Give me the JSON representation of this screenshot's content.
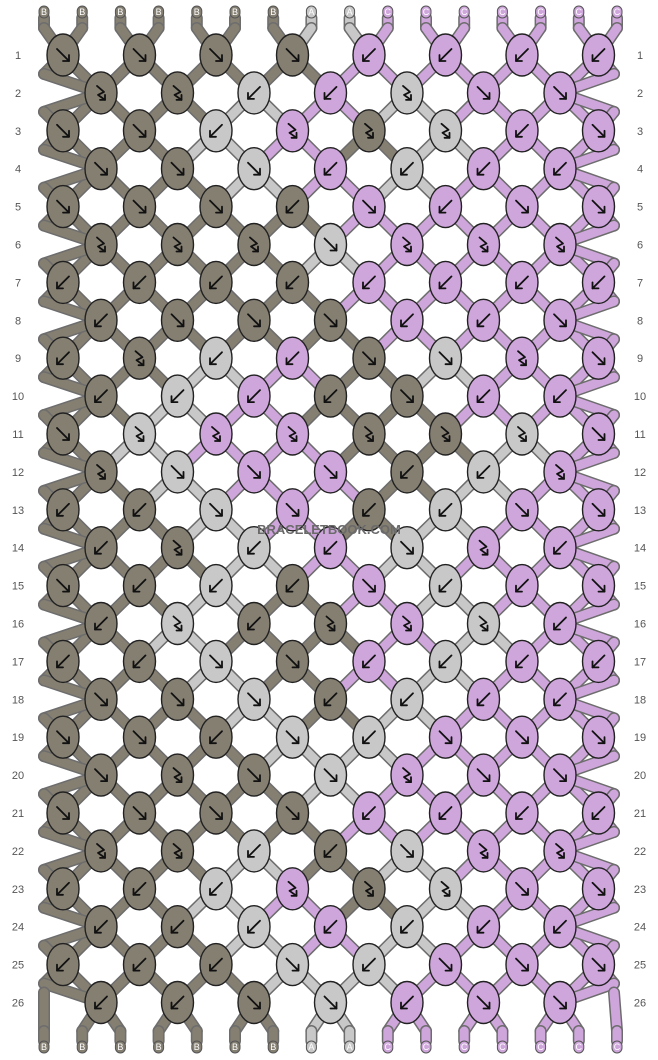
{
  "watermark": "BRACELETBOOK.COM",
  "colors": {
    "A": "#c8c8c8",
    "B": "#857f72",
    "C": "#cfa6dc"
  },
  "top_strings": [
    "B",
    "B",
    "B",
    "B",
    "B",
    "B",
    "B",
    "A",
    "A",
    "C",
    "C",
    "C",
    "C",
    "C",
    "C",
    "C"
  ],
  "bottom_strings": [
    "B",
    "B",
    "B",
    "B",
    "B",
    "B",
    "B",
    "A",
    "A",
    "C",
    "C",
    "C",
    "C",
    "C",
    "C",
    "C"
  ],
  "row_numbers": [
    "1",
    "2",
    "3",
    "4",
    "5",
    "6",
    "7",
    "8",
    "9",
    "10",
    "11",
    "12",
    "13",
    "14",
    "15",
    "16",
    "17",
    "18",
    "19",
    "20",
    "21",
    "22",
    "23",
    "24",
    "25",
    "26"
  ],
  "knots": [
    [
      "Bs",
      "Bs",
      "Bs",
      "Bs",
      "Cz",
      "Cz",
      "Cz",
      "Cz"
    ],
    [
      "Bf",
      "Bf",
      "Az",
      "Cz",
      "Af",
      "Cs",
      "Cs"
    ],
    [
      "Bs",
      "Bs",
      "Az",
      "Cf",
      "Bf",
      "Af",
      "Cz",
      "Cs"
    ],
    [
      "Bs",
      "Bs",
      "As",
      "Cz",
      "Az",
      "Cz",
      "Cz"
    ],
    [
      "Bs",
      "Bs",
      "Bs",
      "Bz",
      "Cs",
      "Cz",
      "Cs",
      "Cs"
    ],
    [
      "Bf",
      "Bf",
      "Bf",
      "As",
      "Cf",
      "Cf",
      "Cf"
    ],
    [
      "Bz",
      "Bz",
      "Bz",
      "Bz",
      "Cz",
      "Cz",
      "Cz",
      "Cz"
    ],
    [
      "Bz",
      "Bs",
      "Bs",
      "Bs",
      "Cz",
      "Cz",
      "Cs"
    ],
    [
      "Bz",
      "Bf",
      "Az",
      "Cz",
      "Bs",
      "As",
      "Cf",
      "Cs"
    ],
    [
      "Bz",
      "Az",
      "Cz",
      "Bz",
      "Bs",
      "Cz",
      "Cz"
    ],
    [
      "Bs",
      "Af",
      "Cf",
      "Cf",
      "Bf",
      "Bf",
      "Af",
      "Cs"
    ],
    [
      "Bf",
      "As",
      "Cs",
      "Cs",
      "Bz",
      "Az",
      "Cf"
    ],
    [
      "Bz",
      "Bz",
      "As",
      "Cs",
      "Bz",
      "Az",
      "Cs",
      "Cs"
    ],
    [
      "Bz",
      "Bf",
      "Az",
      "Cz",
      "As",
      "Cf",
      "Cz"
    ],
    [
      "Bs",
      "Bz",
      "Az",
      "Bz",
      "Cs",
      "Az",
      "Cz",
      "Cs"
    ],
    [
      "Bz",
      "Af",
      "Bz",
      "Bf",
      "Cf",
      "Af",
      "Cz"
    ],
    [
      "Bz",
      "Bz",
      "As",
      "Bs",
      "Cz",
      "Az",
      "Cz",
      "Cz"
    ],
    [
      "Bs",
      "Bs",
      "As",
      "Bz",
      "Az",
      "Cz",
      "Cz"
    ],
    [
      "Bs",
      "Bs",
      "Bz",
      "As",
      "Az",
      "Cs",
      "Cs",
      "Cs"
    ],
    [
      "Bs",
      "Bf",
      "Bs",
      "As",
      "Cf",
      "Cs",
      "Cs"
    ],
    [
      "Bs",
      "Bs",
      "Bs",
      "Bs",
      "Cz",
      "Cz",
      "Cz",
      "Cz"
    ],
    [
      "Bf",
      "Bf",
      "Az",
      "Bz",
      "As",
      "Cf",
      "Cf"
    ],
    [
      "Bz",
      "Bz",
      "Az",
      "Cf",
      "Bf",
      "Af",
      "Cs",
      "Cs"
    ],
    [
      "Bz",
      "Bz",
      "Az",
      "Cz",
      "Az",
      "Cz",
      "Cz"
    ],
    [
      "Bz",
      "Bz",
      "Bz",
      "As",
      "Az",
      "Cs",
      "Cs",
      "Cs"
    ],
    [
      "Bz",
      "Bz",
      "Bs",
      "As",
      "Cz",
      "Cs",
      "Cs"
    ]
  ]
}
